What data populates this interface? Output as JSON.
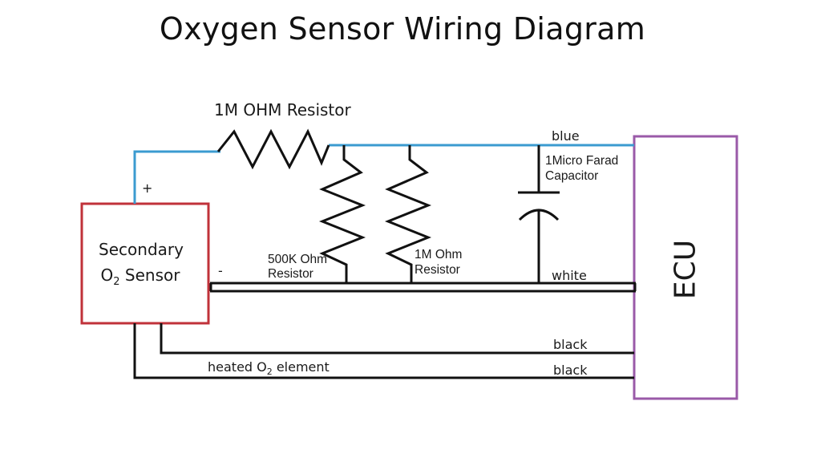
{
  "title": "Oxygen Sensor Wiring Diagram",
  "sensor": {
    "label_line1": "Secondary",
    "label_line2_prefix": "O",
    "label_line2_sub": "2",
    "label_line2_suffix": " Sensor",
    "border_color": "#c0323a",
    "plus_label": "+",
    "minus_label": "-"
  },
  "ecu": {
    "label": "ECU",
    "border_color": "#9a5aa8"
  },
  "components": {
    "series_resistor": "1M OHM Resistor",
    "resistor_500k_line1": "500K Ohm",
    "resistor_500k_line2": "Resistor",
    "resistor_1m_line1": "1M Ohm",
    "resistor_1m_line2": "Resistor",
    "capacitor_line1": "1Micro Farad",
    "capacitor_line2": "Capacitor"
  },
  "wires": {
    "blue": "blue",
    "white": "white",
    "black_1": "black",
    "black_2": "black",
    "heated_prefix": "heated O",
    "heated_sub": "2",
    "heated_suffix": " element",
    "blue_color": "#3b9bd0"
  }
}
